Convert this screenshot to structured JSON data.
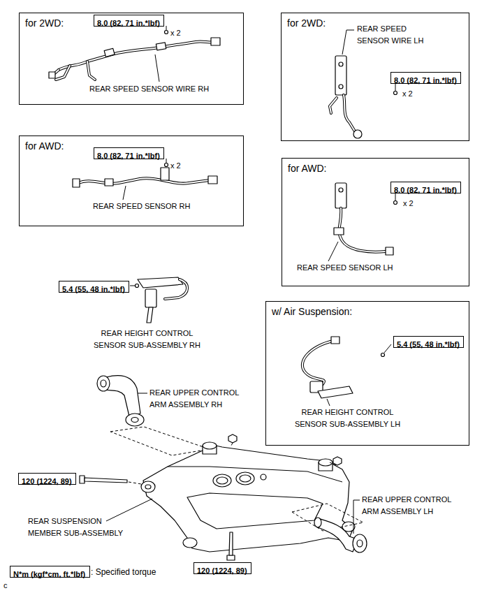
{
  "diagram": {
    "nodes": [
      {
        "text": [
          "for 2WD:"
        ]
      },
      {
        "text": [
          "8.0 (82, 71 in.*lbf)"
        ],
        "in": 0
      },
      {
        "text": [
          "for 2WD:"
        ]
      },
      {
        "text": [
          "8.0 (82, 71 in.*lbf)"
        ],
        "in": 2
      },
      {
        "text": [
          "for AWD:"
        ]
      },
      {
        "text": [
          "8.0 (82, 71 in.*lbf)"
        ],
        "in": 4
      },
      {
        "text": [
          "for AWD:"
        ]
      },
      {
        "text": [
          "8.0 (82, 71 in.*lbf)"
        ],
        "in": 6
      },
      {
        "text": [
          "5.4 (55, 48 in.*lbf)"
        ]
      },
      {
        "text": [
          "w/ Air Suspension:"
        ]
      },
      {
        "text": [
          "5.4 (55, 48 in.*lbf)"
        ],
        "in": 9
      },
      {
        "text": [
          "120 (1224, 89)"
        ]
      },
      {
        "text": [
          "120 (1224, 89)"
        ]
      },
      {
        "text": [
          "N*m (kgf*cm, ft.*lbf)"
        ]
      }
    ],
    "labels": [
      "x 2",
      "REAR SPEED SENSOR WIRE RH",
      "REAR SPEED SENSOR WIRE LH",
      "x 2",
      "x 2",
      "REAR SPEED SENSOR RH",
      "x 2",
      "REAR SPEED SENSOR LH",
      "REAR HEIGHT CONTROL SENSOR SUB-ASSEMBLY RH",
      "REAR HEIGHT CONTROL SENSOR SUB-ASSEMBLY LH",
      "REAR UPPER CONTROL ARM ASSEMBLY RH",
      "REAR SUSPENSION MEMBER SUB-ASSEMBLY",
      "REAR UPPER CONTROL ARM ASSEMBLY LH",
      ": Specified torque",
      "c"
    ]
  }
}
